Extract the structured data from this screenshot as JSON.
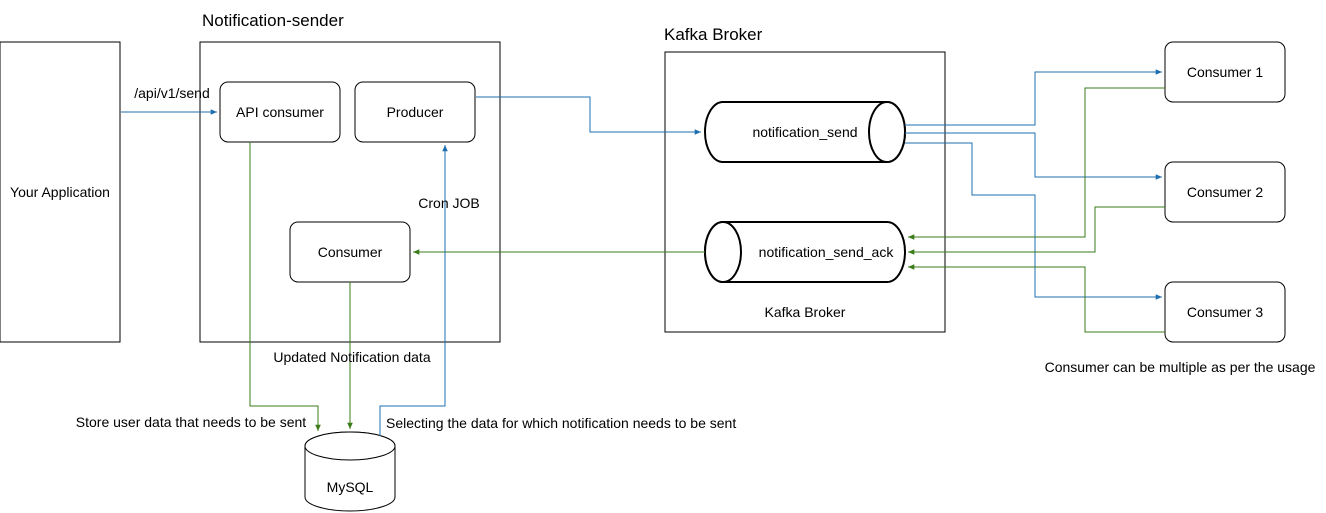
{
  "colors": {
    "blue_arrow": "#1f6fb0",
    "green_arrow": "#3a7d1a",
    "stroke": "#000000",
    "background": "#ffffff"
  },
  "your_application": {
    "label": "Your Application"
  },
  "notification_sender": {
    "title": "Notification-sender",
    "api_consumer": "API consumer",
    "producer": "Producer",
    "consumer": "Consumer"
  },
  "kafka": {
    "title": "Kafka Broker",
    "inner_label": "Kafka Broker",
    "topic_send": "notification_send",
    "topic_ack": "notification_send_ack"
  },
  "consumers": {
    "consumer_1": "Consumer 1",
    "consumer_2": "Consumer 2",
    "consumer_3": "Consumer 3",
    "note": "Consumer can be multiple as per the usage"
  },
  "database": {
    "label": "MySQL"
  },
  "edge_labels": {
    "api_send": "/api/v1/send",
    "cron_job": "Cron JOB",
    "updated_data": "Updated Notification data",
    "store_user_data": "Store user data that needs to be sent",
    "selecting_data": "Selecting the data for which notification needs to be sent"
  }
}
